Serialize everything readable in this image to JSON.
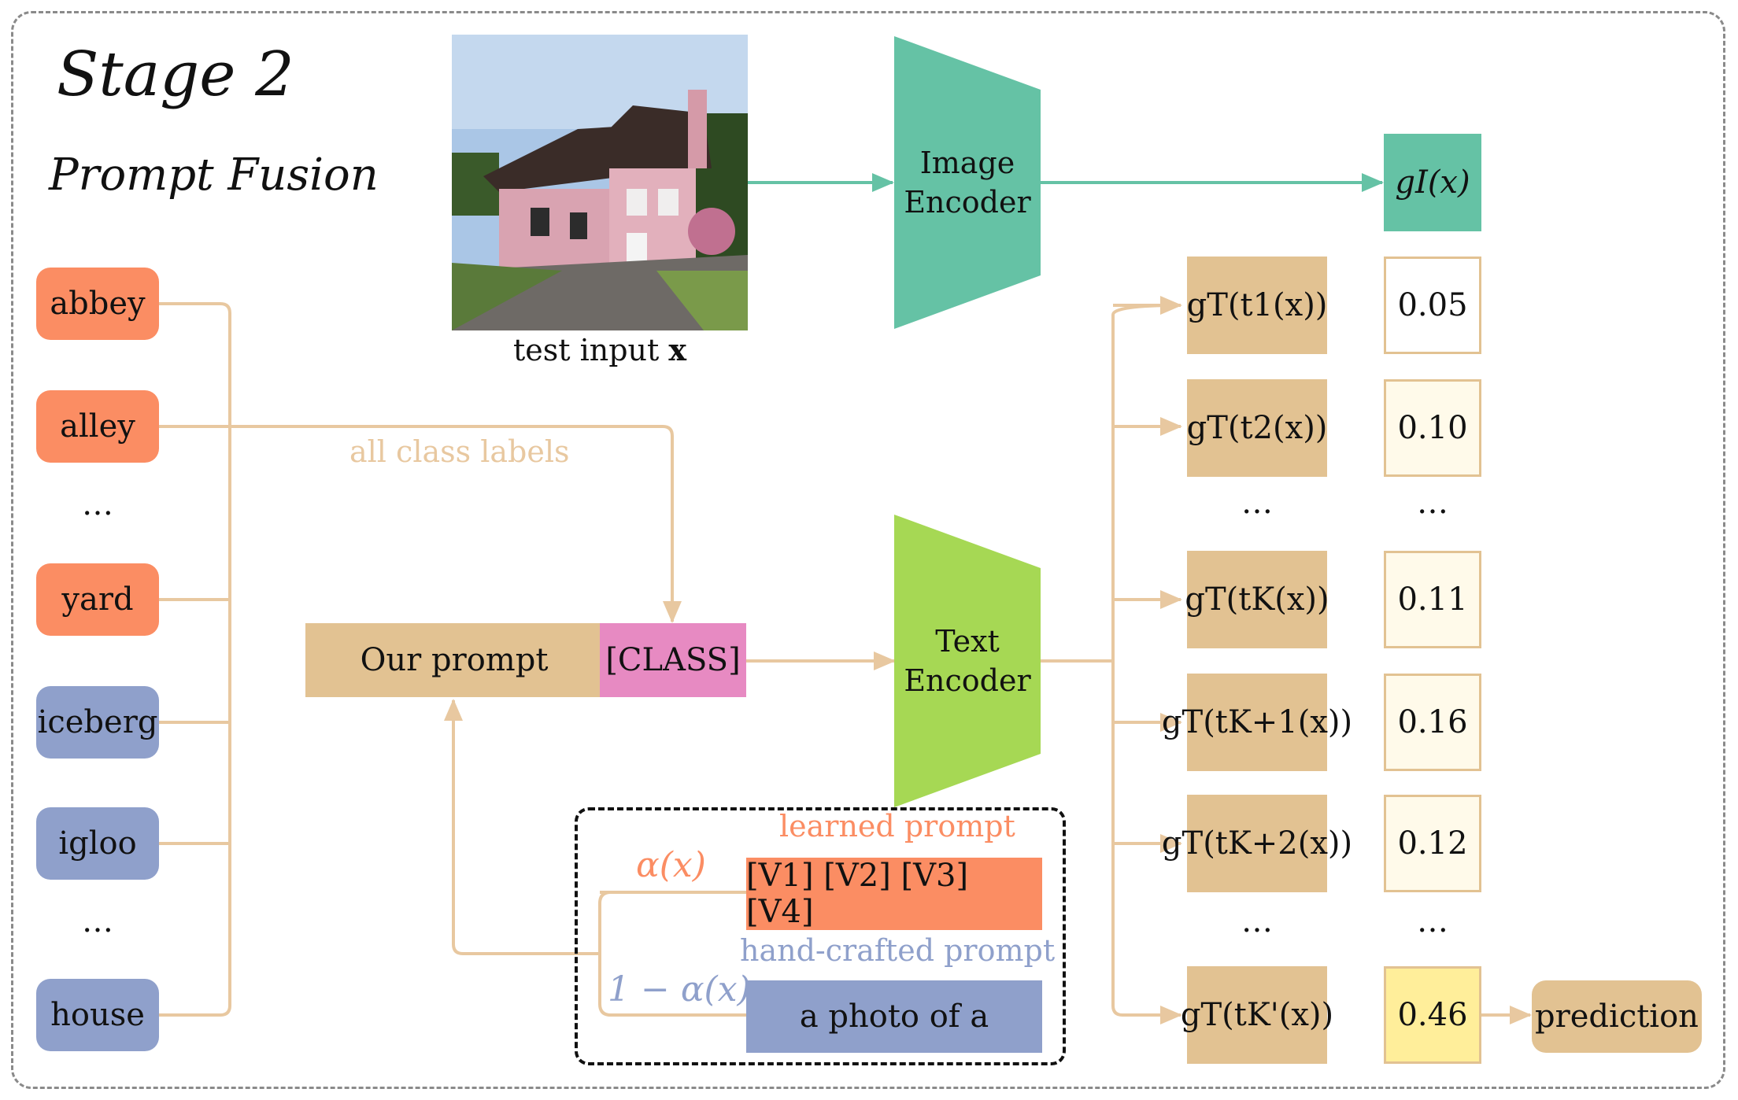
{
  "title": "Stage 2",
  "subtitle": "Prompt Fusion",
  "class_labels": [
    {
      "text": "abbey",
      "group": "learned"
    },
    {
      "text": "alley",
      "group": "learned"
    },
    {
      "text": "…",
      "group": "dots"
    },
    {
      "text": "yard",
      "group": "learned"
    },
    {
      "text": "iceberg",
      "group": "hand"
    },
    {
      "text": "igloo",
      "group": "hand"
    },
    {
      "text": "…",
      "group": "dots"
    },
    {
      "text": "house",
      "group": "hand"
    }
  ],
  "all_class_labels": "all class labels",
  "test_input_caption": "test input",
  "test_input_symbol": "x",
  "image_encoder": [
    "Image",
    "Encoder"
  ],
  "text_encoder": [
    "Text",
    "Encoder"
  ],
  "our_prompt": "Our prompt",
  "class_token": "[CLASS]",
  "learned_prompt_label": "learned prompt",
  "learned_prompt_tokens": "[V1] [V2] [V3] [V4]",
  "hand_prompt_label": "hand-crafted prompt",
  "hand_prompt_text": "a photo of a",
  "alpha": "α(x)",
  "one_minus_alpha": "1 − α(x)",
  "image_feature": "gI(x)",
  "text_features": [
    {
      "label": "gT(t1(x))",
      "score": "0.05"
    },
    {
      "label": "gT(t2(x))",
      "score": "0.10"
    },
    {
      "label": "…",
      "score": "…"
    },
    {
      "label": "gT(tK(x))",
      "score": "0.11"
    },
    {
      "label": "gT(tK+1(x))",
      "score": "0.16"
    },
    {
      "label": "gT(tK+2(x))",
      "score": "0.12"
    },
    {
      "label": "…",
      "score": "…"
    },
    {
      "label": "gT(tK'(x))",
      "score": "0.46"
    }
  ],
  "prediction": "prediction",
  "colors": {
    "learned": "#fb8d63",
    "hand": "#8fa0cb",
    "image_encoder": "#65c2a5",
    "text_encoder": "#a6d854",
    "feature": "#e2c292",
    "class_token": "#e78ac2",
    "best_score": "#ffee9a"
  }
}
